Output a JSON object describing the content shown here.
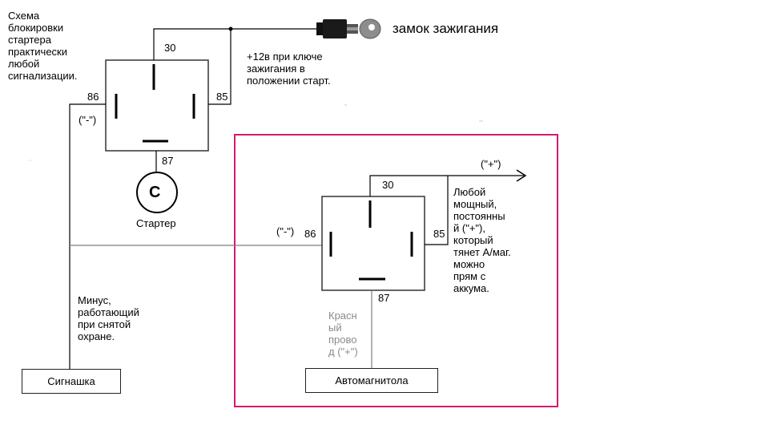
{
  "title_note": "Схема\nблокировки\nстартера\nпрактически\nлюбой\nсигнализации.",
  "ignition_lock_label": "замок зажигания",
  "plus12_note": "+12в при ключе\nзажигания в\nположении старт.",
  "relay1": {
    "pin30": "30",
    "pin85": "85",
    "pin86": "86",
    "pin87": "87",
    "minus_label": "(\"-\")"
  },
  "starter": {
    "symbol": "C",
    "label": "Стартер"
  },
  "relay2": {
    "pin30": "30",
    "pin85": "85",
    "pin86": "86",
    "pin87": "87",
    "minus_label": "(\"-\")",
    "plus_label": "(\"+\")"
  },
  "power_note": "Любой\nмощный,\nпостоянны\nй (\"+\"),\nкоторый\nтянет А/маг.\nможно\nпрям с\nаккума.",
  "red_wire_note": "Красн\nый\nпрово\nд (\"+\")",
  "minus_note": "Минус,\nработающий\nпри снятой\nохране.",
  "alarm_box": "Сигнашка",
  "radio_box": "Автомагнитола",
  "colors": {
    "frame": "#d4196e",
    "line": "#000000",
    "gray_line": "#7f7f7f",
    "gray_text": "#8a8a8a"
  },
  "icons": [
    "ignition-key-icon",
    "arrow-right-icon"
  ]
}
